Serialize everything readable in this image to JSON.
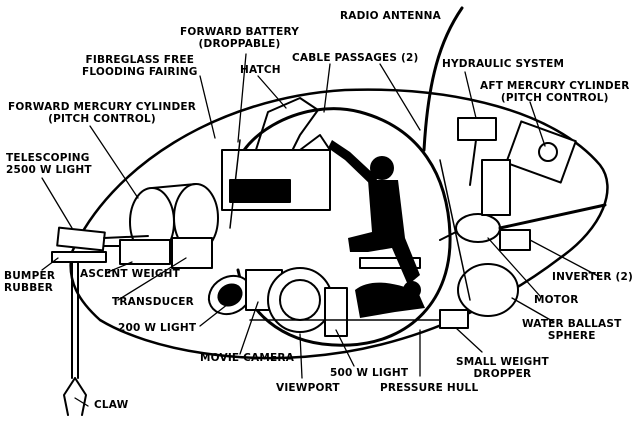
{
  "colors": {
    "ink": "#000000",
    "paper": "#ffffff"
  },
  "labels": {
    "radio_antenna": "RADIO ANTENNA",
    "forward_battery": [
      "FORWARD BATTERY",
      "(DROPPABLE)"
    ],
    "fairing": [
      "FIBREGLASS FREE",
      "FLOODING FAIRING"
    ],
    "hatch": "HATCH",
    "cable_passages": "CABLE PASSAGES (2)",
    "hydraulic_system": "HYDRAULIC SYSTEM",
    "fwd_mercury": [
      "FORWARD MERCURY CYLINDER",
      "(PITCH CONTROL)"
    ],
    "aft_mercury": [
      "AFT MERCURY CYLINDER",
      "(PITCH CONTROL)"
    ],
    "telescoping_light": [
      "TELESCOPING",
      "2500 W LIGHT"
    ],
    "bumper_rubber": [
      "BUMPER",
      "RUBBER"
    ],
    "ascent_weight": "ASCENT WEIGHT",
    "transducer": "TRANSDUCER",
    "light_200": "200 W LIGHT",
    "movie_camera": "MOVIE CAMERA",
    "viewport": "VIEWPORT",
    "light_500": "500 W LIGHT",
    "pressure_hull": "PRESSURE HULL",
    "inverter": "INVERTER (2)",
    "motor": "MOTOR",
    "water_ballast": [
      "WATER BALLAST",
      "SPHERE"
    ],
    "small_weight": [
      "SMALL WEIGHT",
      "DROPPER"
    ],
    "claw": "CLAW"
  }
}
